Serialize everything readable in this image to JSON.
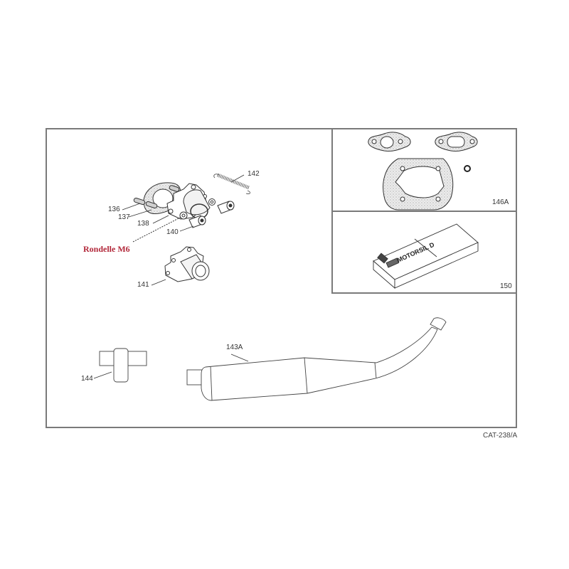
{
  "diagram": {
    "title_code": "CAT-238/A",
    "annotation": {
      "text": "Rondelle M6",
      "color": "#b2283a"
    },
    "colors": {
      "frame": "#7a7a7a",
      "line": "#333333",
      "gasket_fill": "#d8d8d8"
    },
    "callouts": [
      {
        "id": "136",
        "label": "136",
        "part": "stud"
      },
      {
        "id": "137",
        "label": "137",
        "part": "intake-gasket"
      },
      {
        "id": "138",
        "label": "138",
        "part": "intake-flange"
      },
      {
        "id": "140",
        "label": "140",
        "part": "spacer-nut"
      },
      {
        "id": "141",
        "label": "141",
        "part": "exhaust-manifold"
      },
      {
        "id": "142",
        "label": "142",
        "part": "tension-spring"
      },
      {
        "id": "143A",
        "label": "143A",
        "part": "exhaust-pipe"
      },
      {
        "id": "144",
        "label": "144",
        "part": "exhaust-clamp"
      },
      {
        "id": "146A",
        "label": "146A",
        "part": "gasket-kit"
      },
      {
        "id": "150",
        "label": "150",
        "part": "motorsil-d-sealant"
      }
    ],
    "product_box": {
      "brand_text": "MOTORSIL D"
    }
  }
}
